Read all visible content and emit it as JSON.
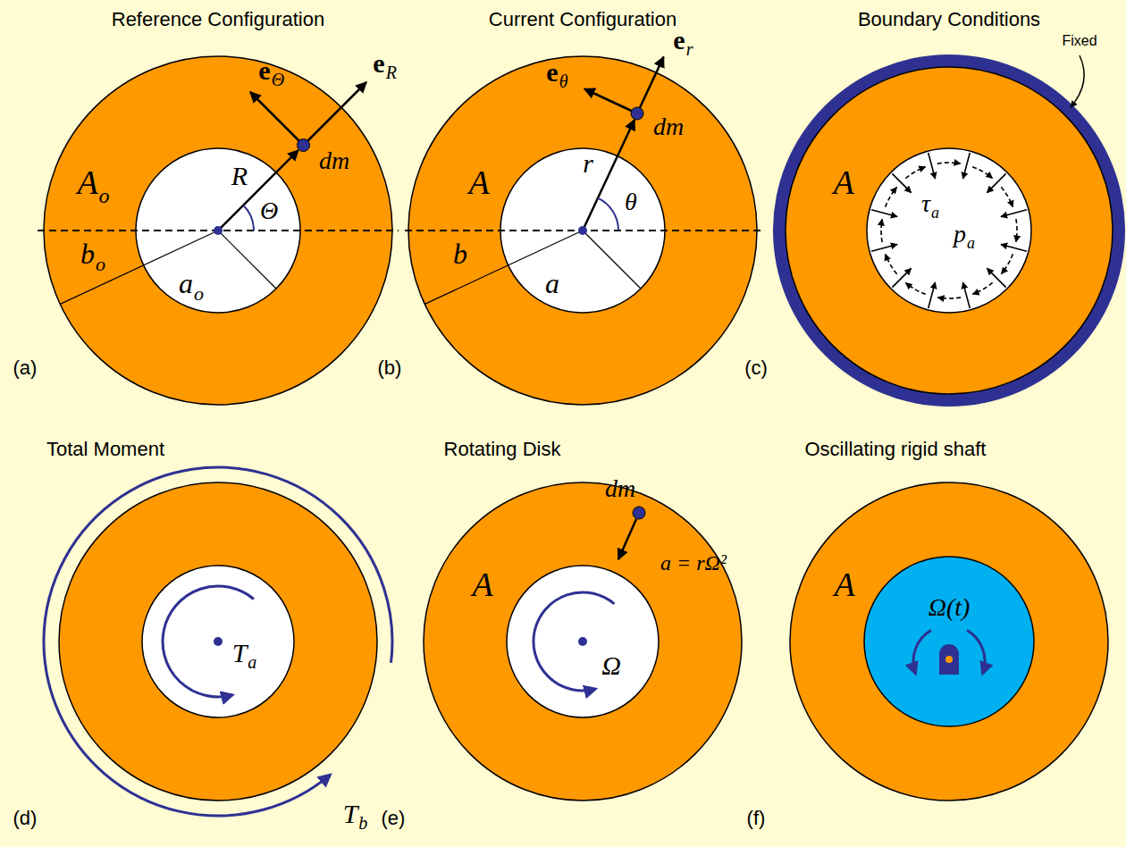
{
  "diagram": {
    "labels": [
      "Reference Configuration",
      "Current Configuration",
      "Boundary Conditions",
      "Total Moment",
      "Rotating Disk",
      "Oscillating rigid shaft",
      "e",
      "Θ",
      "e",
      "R",
      "A",
      "o",
      "R",
      "dm",
      "Θ",
      "b",
      "o",
      "a",
      "o",
      "(a)",
      "e",
      "r",
      "e",
      "θ",
      "A",
      "r",
      "dm",
      "θ",
      "b",
      "a",
      "(b)",
      "Fixed",
      "A",
      "τ",
      "a",
      "p",
      "a",
      "(c)",
      "T",
      "a",
      "T",
      "b",
      "(d)",
      "dm",
      "a = rΩ²",
      "A",
      "Ω",
      "(e)",
      "A",
      "Ω(t)",
      "(f)"
    ]
  }
}
